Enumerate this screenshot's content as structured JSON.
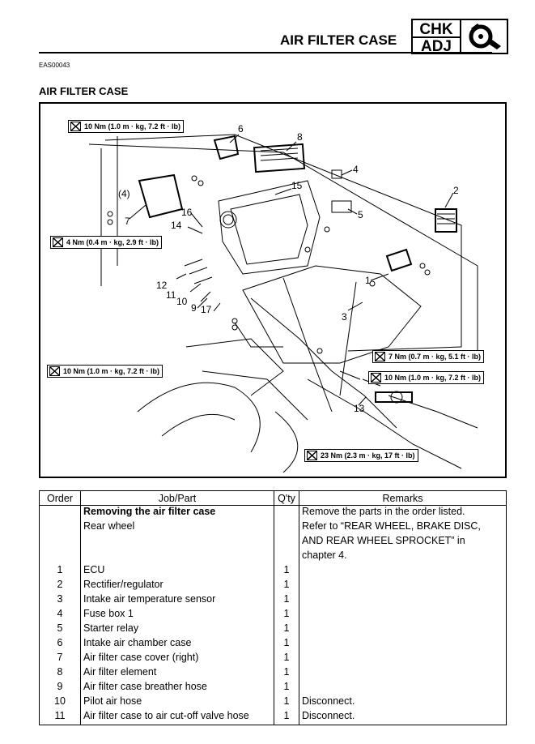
{
  "header": {
    "title": "AIR FILTER CASE",
    "badge_line1": "CHK",
    "badge_line2": "ADJ",
    "badge_icon": "wrench-magnifier-icon"
  },
  "doc_code": "EAS00043",
  "section_title": "AIR FILTER CASE",
  "figure": {
    "torque_labels": [
      "10 Nm (1.0 m · kg, 7.2 ft · lb)",
      "4 Nm (0.4 m · kg, 2.9 ft · lb)",
      "7 Nm (0.7 m · kg, 5.1 ft · lb)",
      "10 Nm (1.0 m · kg, 7.2 ft · lb)",
      "10 Nm (1.0 m · kg, 7.2 ft · lb)",
      "23 Nm (2.3 m · kg, 17 ft · lb)"
    ],
    "callouts": [
      "6",
      "8",
      "4",
      "(4)",
      "15",
      "2",
      "7",
      "16",
      "5",
      "14",
      "1",
      "12",
      "11",
      "10",
      "9",
      "17",
      "3",
      "13"
    ]
  },
  "table": {
    "headers": [
      "Order",
      "Job/Part",
      "Q'ty",
      "Remarks"
    ],
    "rows": [
      {
        "order": "",
        "job": "Removing the air filter case",
        "qty": "",
        "remarks": "Remove the parts in the order listed.",
        "bold": true
      },
      {
        "order": "",
        "job": "Rear wheel",
        "qty": "",
        "remarks": "Refer to “REAR WHEEL, BRAKE DISC,",
        "bold": false
      },
      {
        "order": "",
        "job": "",
        "qty": "",
        "remarks": "AND REAR WHEEL SPROCKET” in",
        "bold": false
      },
      {
        "order": "",
        "job": "",
        "qty": "",
        "remarks": "chapter 4.",
        "bold": false
      },
      {
        "order": "1",
        "job": "ECU",
        "qty": "1",
        "remarks": "",
        "bold": false
      },
      {
        "order": "2",
        "job": "Rectifier/regulator",
        "qty": "1",
        "remarks": "",
        "bold": false
      },
      {
        "order": "3",
        "job": "Intake air temperature sensor",
        "qty": "1",
        "remarks": "",
        "bold": false
      },
      {
        "order": "4",
        "job": "Fuse box 1",
        "qty": "1",
        "remarks": "",
        "bold": false
      },
      {
        "order": "5",
        "job": "Starter relay",
        "qty": "1",
        "remarks": "",
        "bold": false
      },
      {
        "order": "6",
        "job": "Intake air chamber case",
        "qty": "1",
        "remarks": "",
        "bold": false
      },
      {
        "order": "7",
        "job": "Air filter case cover (right)",
        "qty": "1",
        "remarks": "",
        "bold": false
      },
      {
        "order": "8",
        "job": "Air filter element",
        "qty": "1",
        "remarks": "",
        "bold": false
      },
      {
        "order": "9",
        "job": "Air filter case breather hose",
        "qty": "1",
        "remarks": "",
        "bold": false
      },
      {
        "order": "10",
        "job": "Pilot air hose",
        "qty": "1",
        "remarks": "Disconnect.",
        "bold": false
      },
      {
        "order": "11",
        "job": "Air filter case to air cut-off valve hose",
        "qty": "1",
        "remarks": "Disconnect.",
        "bold": false
      }
    ]
  }
}
